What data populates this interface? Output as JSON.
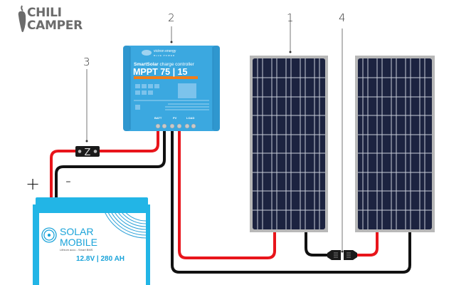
{
  "brand": {
    "line1": "CHILI",
    "line2": "CAMPER",
    "color": "#6b6b6b"
  },
  "callouts": [
    {
      "num": "1",
      "target": "solar-panel-1"
    },
    {
      "num": "2",
      "target": "charge-controller"
    },
    {
      "num": "3",
      "target": "fuse"
    },
    {
      "num": "4",
      "target": "mc4-connector"
    }
  ],
  "controller": {
    "brand": "victron energy",
    "brand_sub": "BLUE POWER",
    "subtitle_bold": "SmartSolar",
    "subtitle_rest": " charge controller",
    "model": "MPPT 75 | 15",
    "terminals": [
      "BATT",
      "PV",
      "LOAD"
    ],
    "color": "#3ba8e0"
  },
  "battery": {
    "name_line1": "SOLAR",
    "name_line2": "MOBILE",
    "tagline": "Lithium accu - Smart BMS",
    "spec": "12.8V | 280 AH",
    "plus": "+",
    "minus": "-",
    "color": "#22b5e6"
  },
  "fuse": {
    "symbol": "Z"
  },
  "colors": {
    "positive_wire": "#e8151b",
    "negative_wire": "#111111",
    "panel_cell": "#1c2340",
    "panel_frame": "#b8b8b8"
  }
}
